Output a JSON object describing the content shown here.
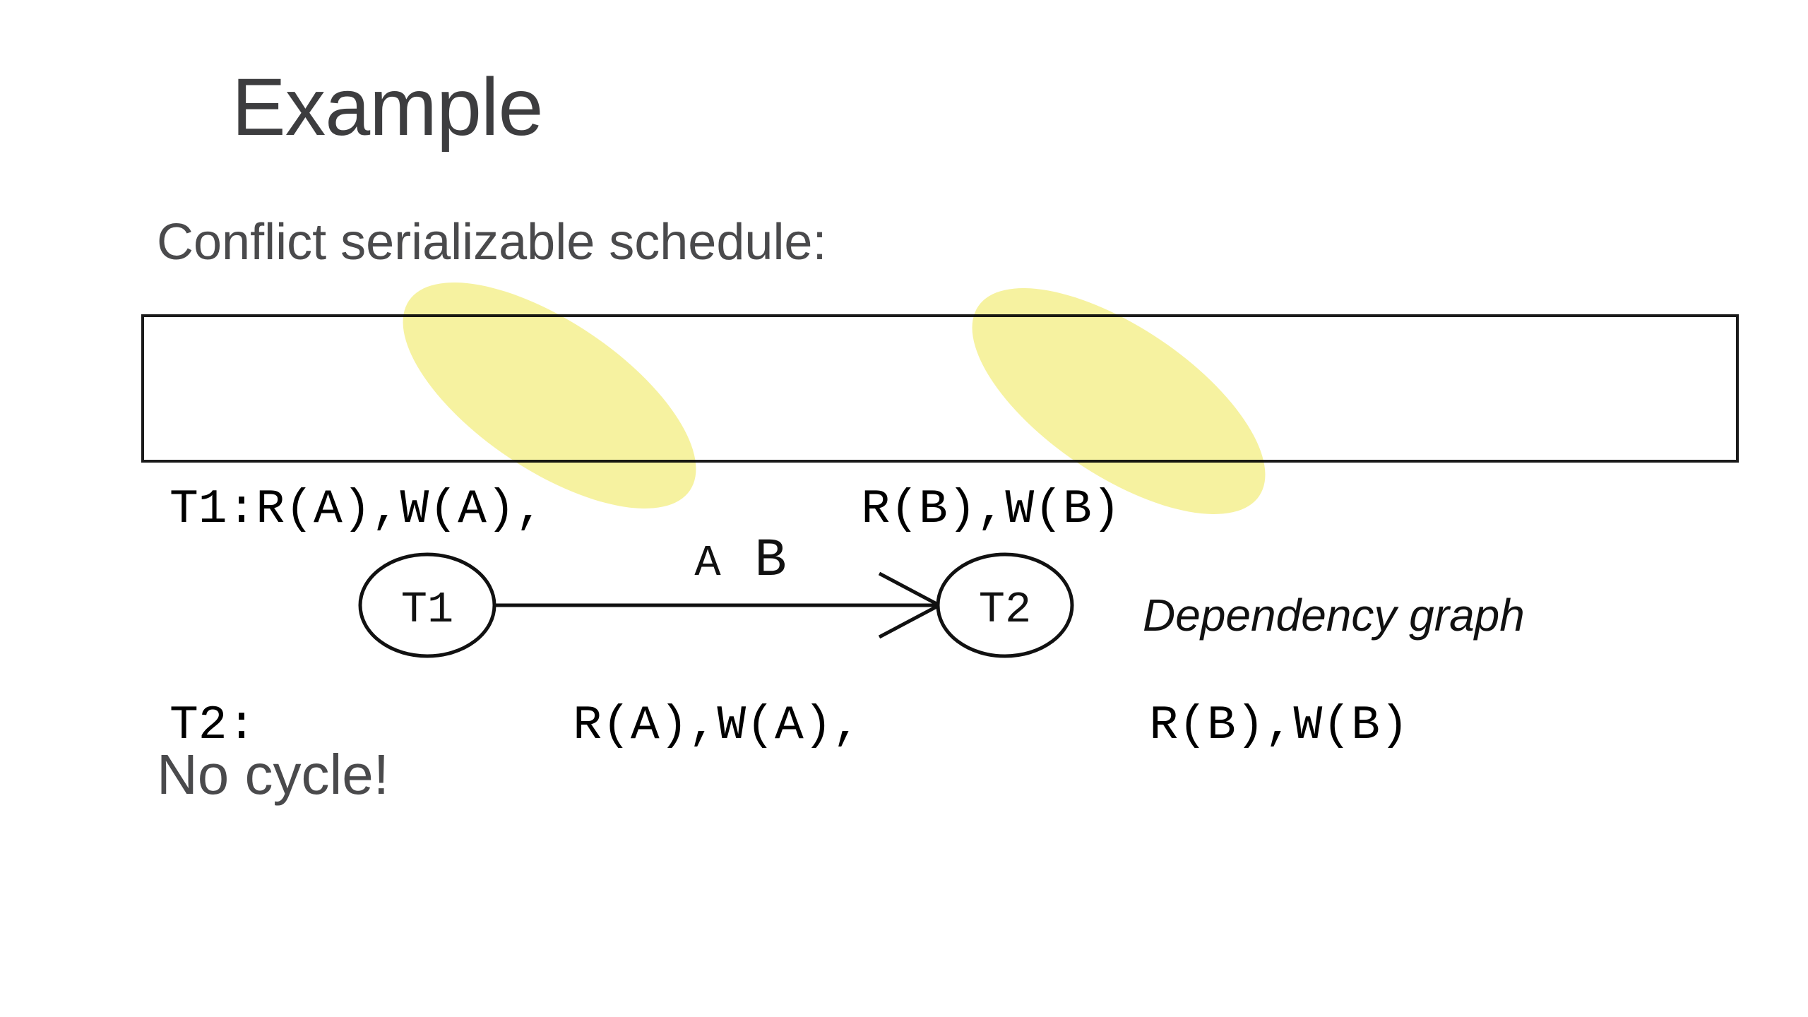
{
  "slide": {
    "title": "Example",
    "subtitle": "Conflict serializable schedule:",
    "schedule": {
      "lines": [
        "T1:R(A),W(A),           R(B),W(B)",
        "T2:           R(A),W(A),          R(B),W(B)"
      ],
      "highlighted_conflicts": [
        {
          "from": "T1 W(A)",
          "to": "T2 R(A)"
        },
        {
          "from": "T1 W(B)",
          "to": "T2 R(B)"
        }
      ]
    },
    "graph": {
      "node1": "T1",
      "node2": "T2",
      "edge_label_a": "A",
      "edge_label_b": "B",
      "caption": "Dependency graph"
    },
    "footer": "No cycle!"
  },
  "colors": {
    "background": "#ffffff",
    "title_text": "#3d3d3f",
    "body_text": "#4a4a4c",
    "schedule_text": "#000000",
    "box_border": "#1a1a1a",
    "graph_ink": "#111111",
    "highlight_yellow": "#f6f2a0"
  }
}
